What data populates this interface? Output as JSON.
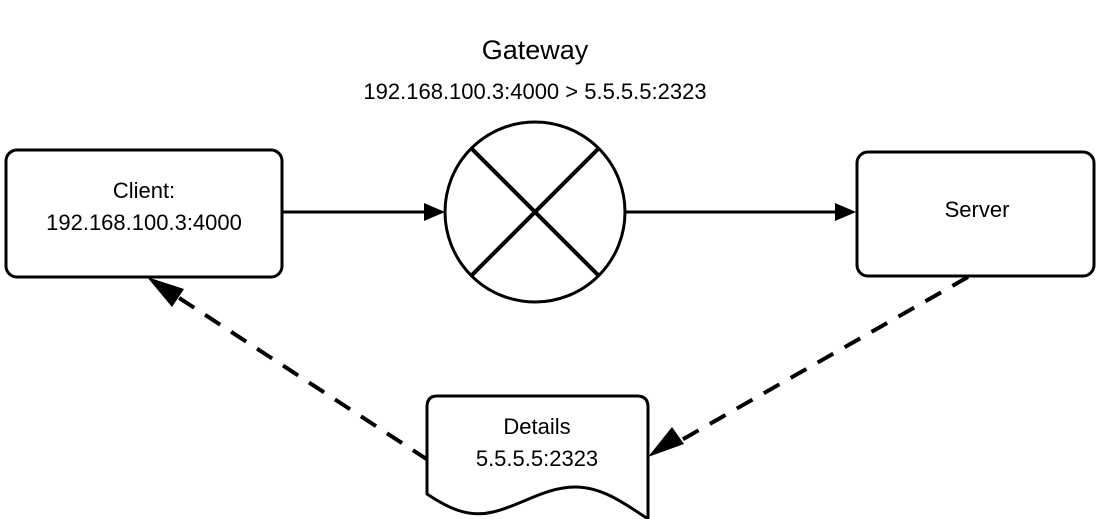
{
  "diagram": {
    "title": "Gateway",
    "subtitle": "192.168.100.3:4000   >   5.5.5.5:2323",
    "translation": {
      "source": "192.168.100.3:4000",
      "separator": ">",
      "destination": "5.5.5.5:2323"
    },
    "colors": {
      "stroke": "#000000",
      "fill": "#ffffff",
      "background": "#ffffff"
    },
    "nodes": [
      {
        "id": "client",
        "shape": "rounded-rectangle",
        "line1": "Client:",
        "line2": "192.168.100.3:4000"
      },
      {
        "id": "gateway",
        "shape": "circle-with-cross",
        "label": ""
      },
      {
        "id": "server",
        "shape": "rounded-rectangle",
        "line1": "Server",
        "line2": ""
      },
      {
        "id": "details",
        "shape": "document",
        "line1": "Details",
        "line2": "5.5.5.5:2323"
      }
    ],
    "edges": [
      {
        "id": "client-to-gateway",
        "from": "client",
        "to": "gateway",
        "style": "solid",
        "arrow": "end"
      },
      {
        "id": "gateway-to-server",
        "from": "gateway",
        "to": "server",
        "style": "solid",
        "arrow": "end"
      },
      {
        "id": "server-to-details",
        "from": "server",
        "to": "details",
        "style": "dashed",
        "arrow": "end"
      },
      {
        "id": "details-to-client",
        "from": "details",
        "to": "client",
        "style": "dashed",
        "arrow": "end"
      }
    ]
  }
}
